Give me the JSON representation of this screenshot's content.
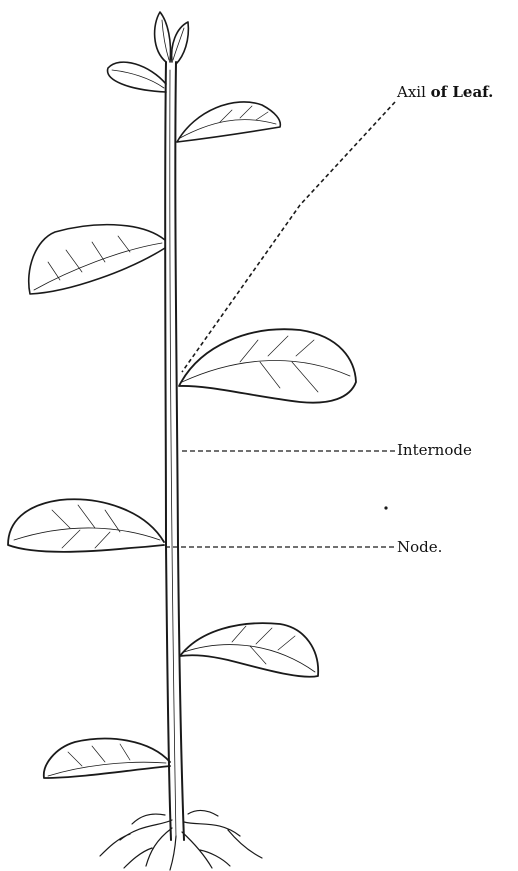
{
  "labels": {
    "axil_prefix": "Axil",
    "axil_rest": "of Leaf.",
    "internode": "Internode",
    "node": "Node."
  },
  "colors": {
    "ink": "#1a1a1a",
    "background": "#ffffff"
  }
}
